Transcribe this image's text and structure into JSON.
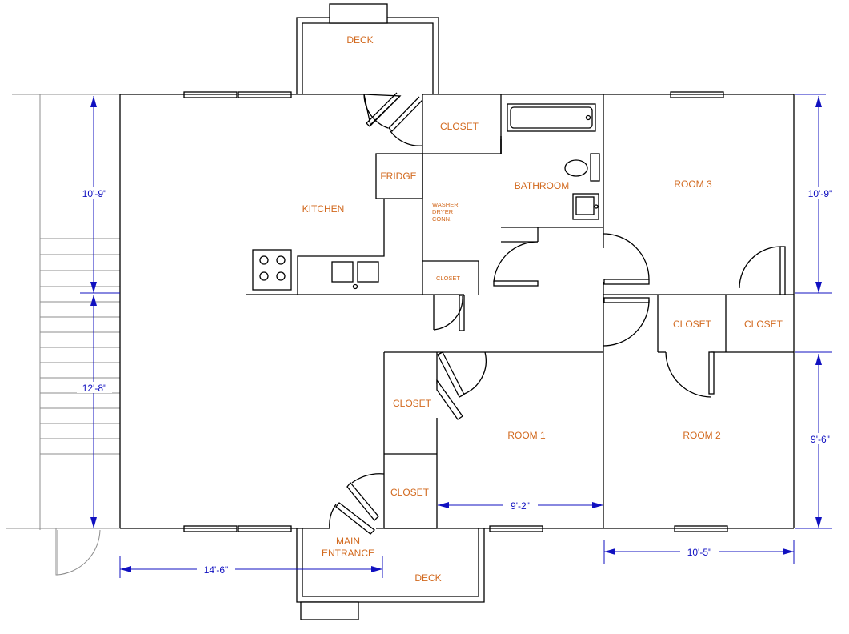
{
  "labels": {
    "deck_top": "DECK",
    "closet_top": "CLOSET",
    "fridge": "FRIDGE",
    "bathroom": "BATHROOM",
    "room3": "ROOM 3",
    "kitchen": "KITCHEN",
    "washer_line1": "WASHER",
    "washer_line2": "DRYER",
    "washer_line3": "CONN.",
    "closet_small": "CLOSET",
    "closet_r2_left": "CLOSET",
    "closet_r2_right": "CLOSET",
    "closet_room1": "CLOSET",
    "room1": "ROOM 1",
    "room2": "ROOM 2",
    "closet_entry": "CLOSET",
    "main_entrance_line1": "MAIN",
    "main_entrance_line2": "ENTRANCE",
    "deck_bottom": "DECK"
  },
  "dimensions": {
    "left_upper": "10'-9\"",
    "left_lower": "12'-8\"",
    "right_upper": "10'-9\"",
    "right_lower": "9'-6\"",
    "bottom_left": "14'-6\"",
    "room1_width": "9'-2\"",
    "bottom_right": "10'-5\""
  },
  "colors": {
    "label_text": "#d2691e",
    "dimension_lines": "#1010c0",
    "walls": "#000000",
    "stairs": "#8c8c8c"
  }
}
